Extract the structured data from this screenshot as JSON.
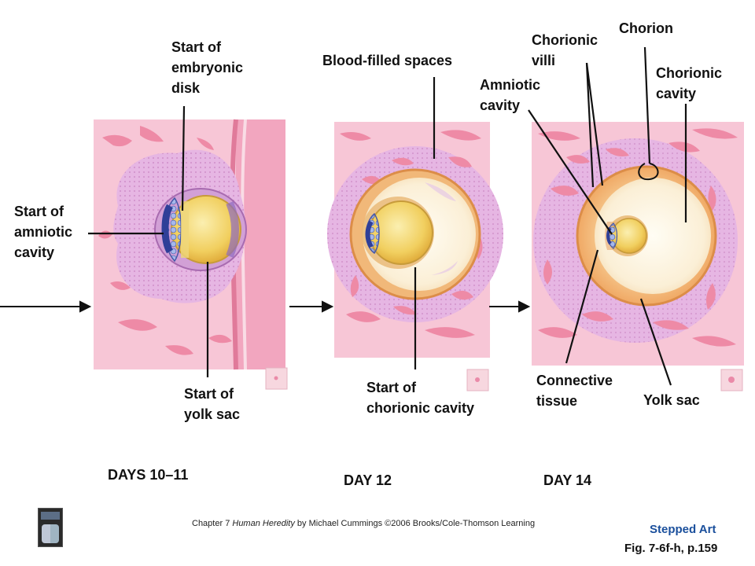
{
  "labels": {
    "start_embryonic_disk": "Start of\nembryonic\ndisk",
    "start_amniotic_cavity": "Start of\namniotic\ncavity",
    "start_yolk_sac": "Start of\nyolk sac",
    "blood_filled_spaces": "Blood-filled spaces",
    "start_chorionic_cavity": "Start of\nchorionic cavity",
    "chorionic_villi": "Chorionic\nvilli",
    "chorion": "Chorion",
    "amniotic_cavity": "Amniotic\ncavity",
    "chorionic_cavity": "Chorionic\ncavity",
    "connective_tissue": "Connective\ntissue",
    "yolk_sac": "Yolk sac"
  },
  "stages": {
    "days_10_11": "DAYS 10–11",
    "day_12": "DAY 12",
    "day_14": "DAY 14"
  },
  "footer": {
    "chapter_prefix": "Chapter 7 ",
    "book_title": "Human Heredity",
    "chapter_suffix": " by Michael Cummings ©2006 Brooks/Cole-Thomson Learning",
    "stepped_art": "Stepped Art",
    "figure_ref": "Fig. 7-6f-h, p.159"
  },
  "colors": {
    "tissue_pink": "#f4b8cc",
    "tissue_lavender": "#e6b6e3",
    "blood_spaces": "#ee8aa6",
    "chorion_orange": "#f1b879",
    "cavity_cream": "#fbf1d8",
    "yolk_yellow": "#f3d56a",
    "amnion_blue": "#7f94d8",
    "label_blue": "#1a4f9c"
  }
}
